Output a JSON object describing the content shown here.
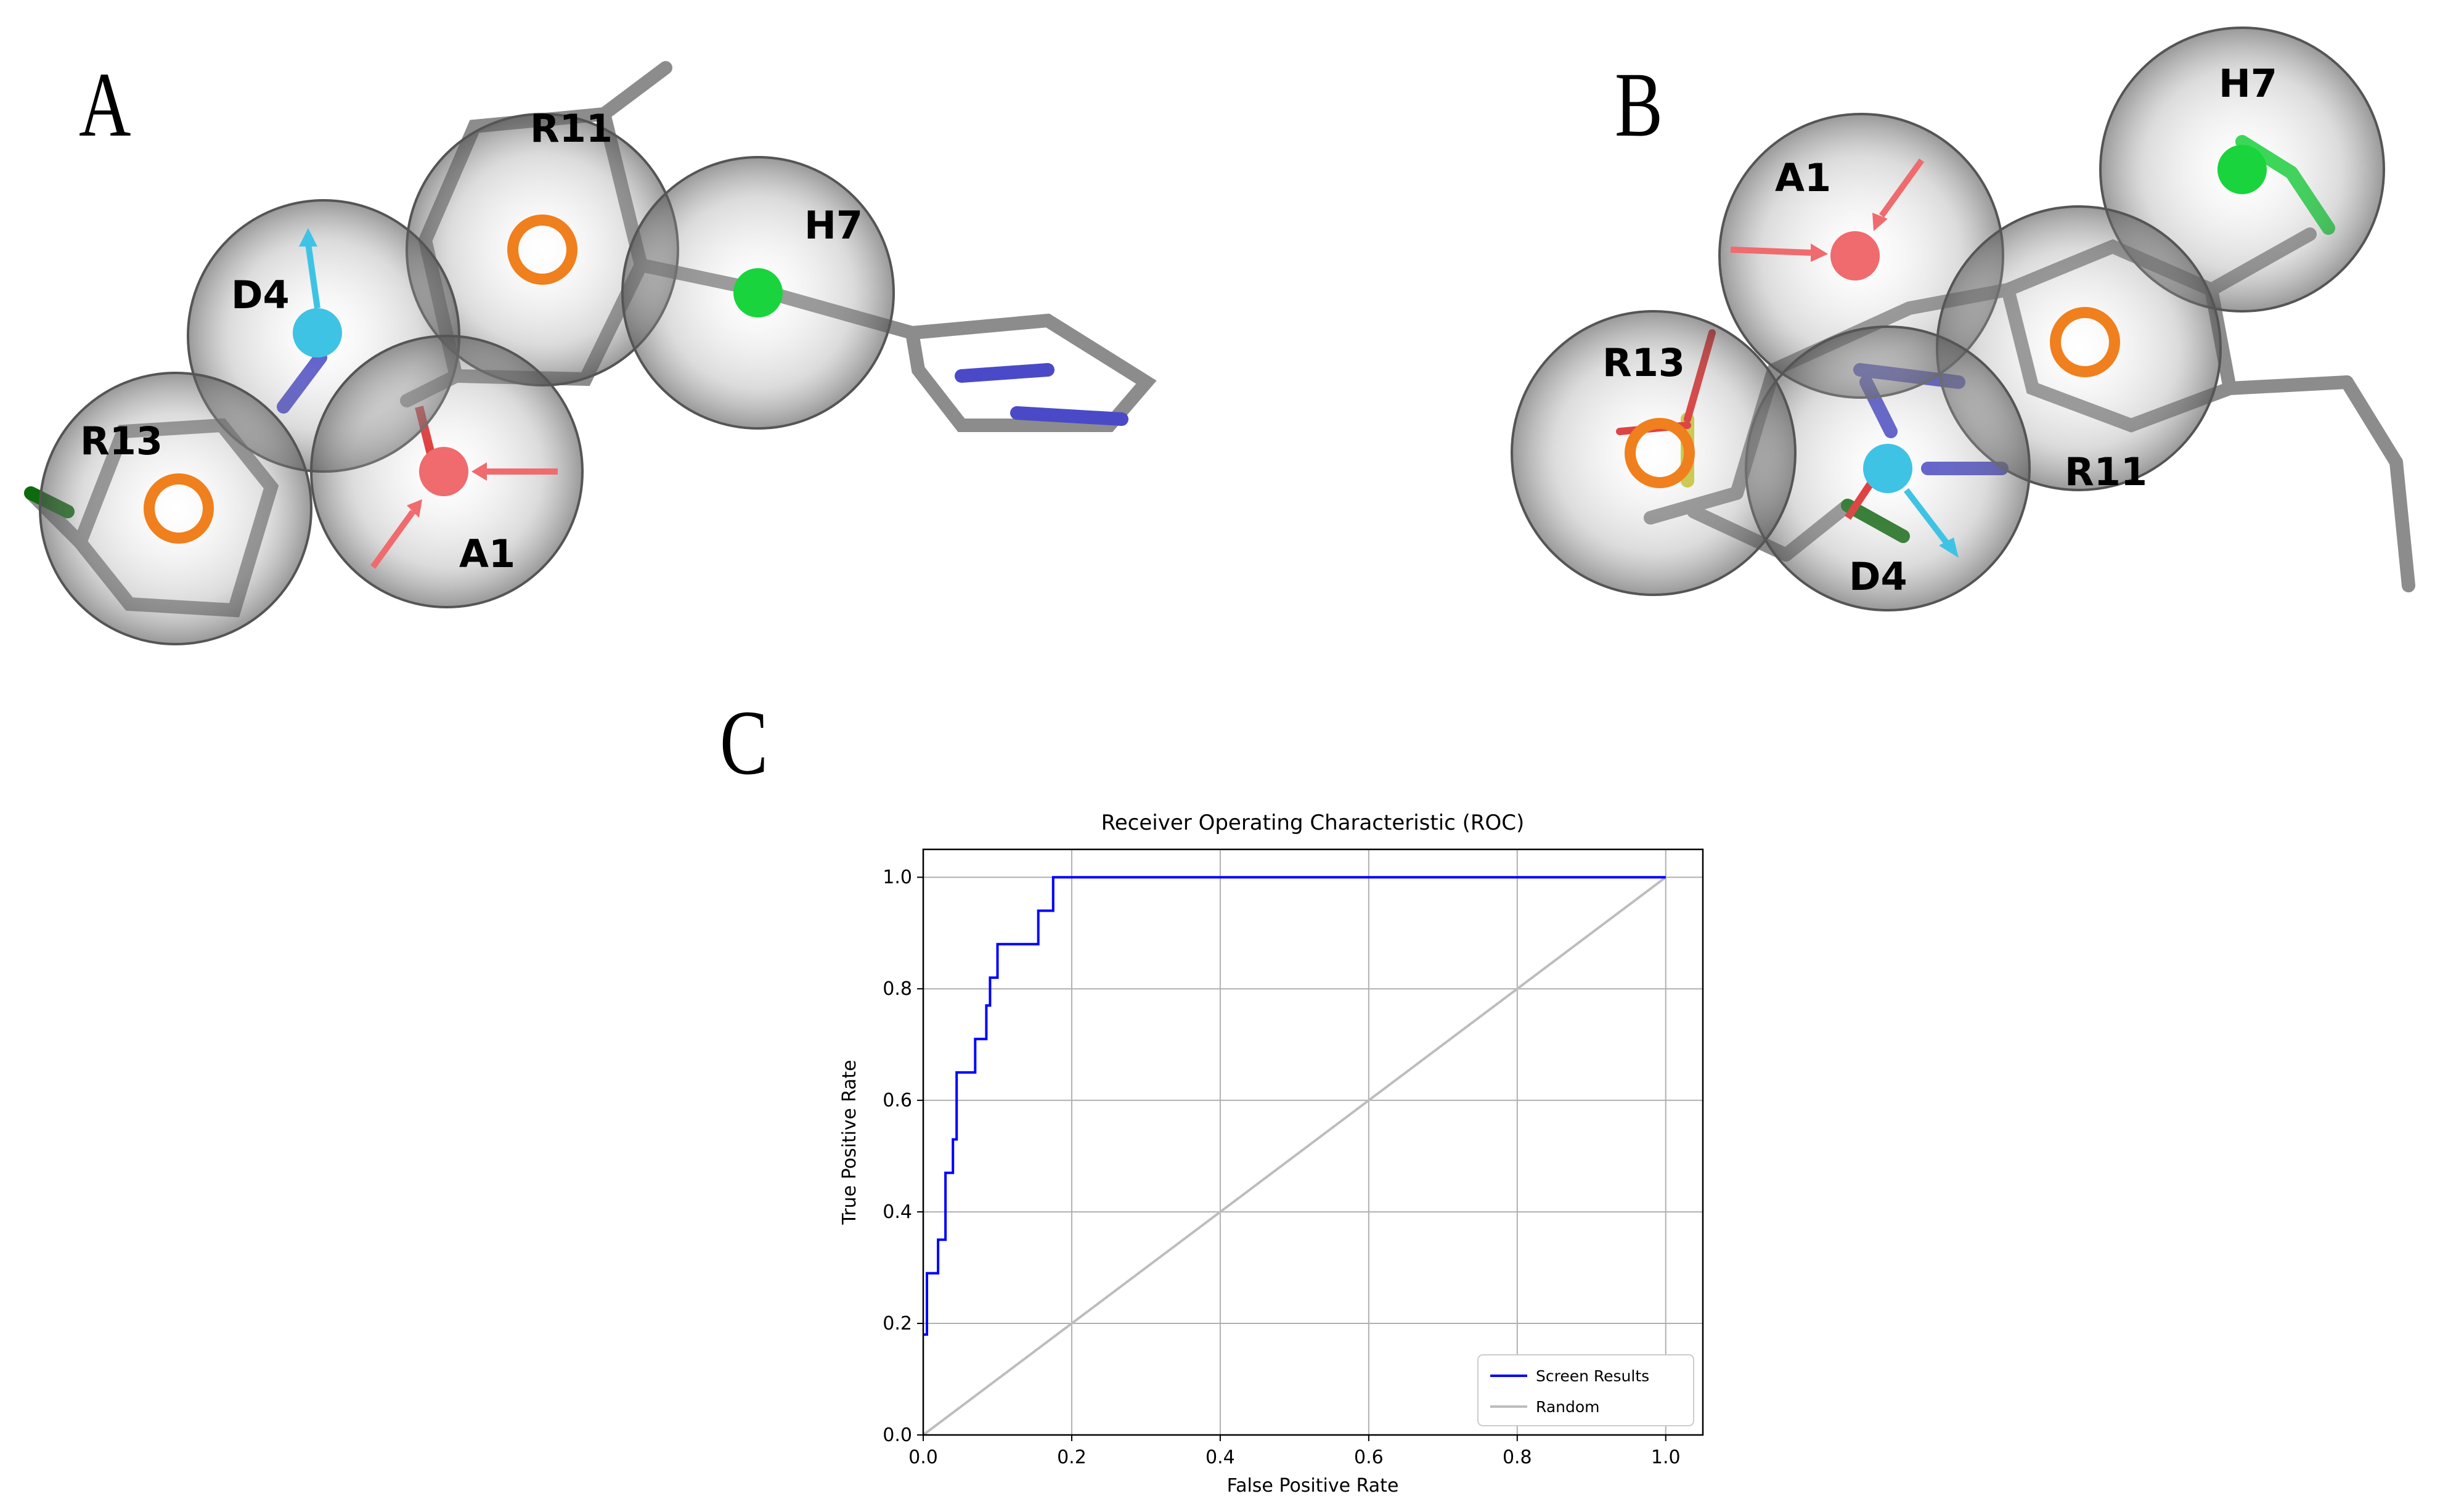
{
  "panel_letters": {
    "a": "A",
    "b": "B",
    "c": "C"
  },
  "panel_a": {
    "labels": {
      "r11": "R11",
      "h7": "H7",
      "d4": "D4",
      "r13": "R13",
      "a1": "A1"
    },
    "colors": {
      "sphere": "#7a7a7a",
      "ring": "#f07f1d",
      "acceptor": "#ef6b6e",
      "donor": "#3fc3e4",
      "hydrophobe": "#19d43c",
      "carbon": "#8c8c8c",
      "nitrogen": "#4a4ac8",
      "chlorine": "#0e6a0e"
    }
  },
  "panel_b": {
    "labels": {
      "h7": "H7",
      "a1": "A1",
      "r13": "R13",
      "d4": "D4",
      "r11": "R11"
    },
    "colors": {
      "sulfur": "#c8c832",
      "oxygen": "#e02020"
    }
  },
  "chart_data": {
    "type": "line",
    "title": "Receiver Operating Characteristic (ROC)",
    "xlabel": "False Positive Rate",
    "ylabel": "True Positive Rate",
    "xlim": [
      0.0,
      1.05
    ],
    "ylim": [
      0.0,
      1.05
    ],
    "xticks": [
      0.0,
      0.2,
      0.4,
      0.6,
      0.8,
      1.0
    ],
    "yticks": [
      0.0,
      0.2,
      0.4,
      0.6,
      0.8,
      1.0
    ],
    "xtick_labels": [
      "0.0",
      "0.2",
      "0.4",
      "0.6",
      "0.8",
      "1.0"
    ],
    "ytick_labels": [
      "0.0",
      "0.2",
      "0.4",
      "0.6",
      "0.8",
      "1.0"
    ],
    "grid": true,
    "legend_position": "lower-right",
    "series": [
      {
        "name": "Screen Results",
        "color": "#0000ff",
        "x": [
          0.0,
          0.0,
          0.005,
          0.005,
          0.02,
          0.02,
          0.03,
          0.03,
          0.04,
          0.04,
          0.045,
          0.045,
          0.07,
          0.07,
          0.085,
          0.085,
          0.09,
          0.09,
          0.1,
          0.1,
          0.155,
          0.155,
          0.175,
          0.175,
          1.0
        ],
        "y": [
          0.18,
          0.18,
          0.18,
          0.29,
          0.29,
          0.35,
          0.35,
          0.47,
          0.47,
          0.53,
          0.53,
          0.65,
          0.65,
          0.71,
          0.71,
          0.77,
          0.77,
          0.82,
          0.82,
          0.88,
          0.88,
          0.94,
          0.94,
          1.0,
          1.0
        ]
      },
      {
        "name": "Random",
        "color": "#bdbdbd",
        "x": [
          0.0,
          1.0
        ],
        "y": [
          0.0,
          1.0
        ]
      }
    ]
  }
}
